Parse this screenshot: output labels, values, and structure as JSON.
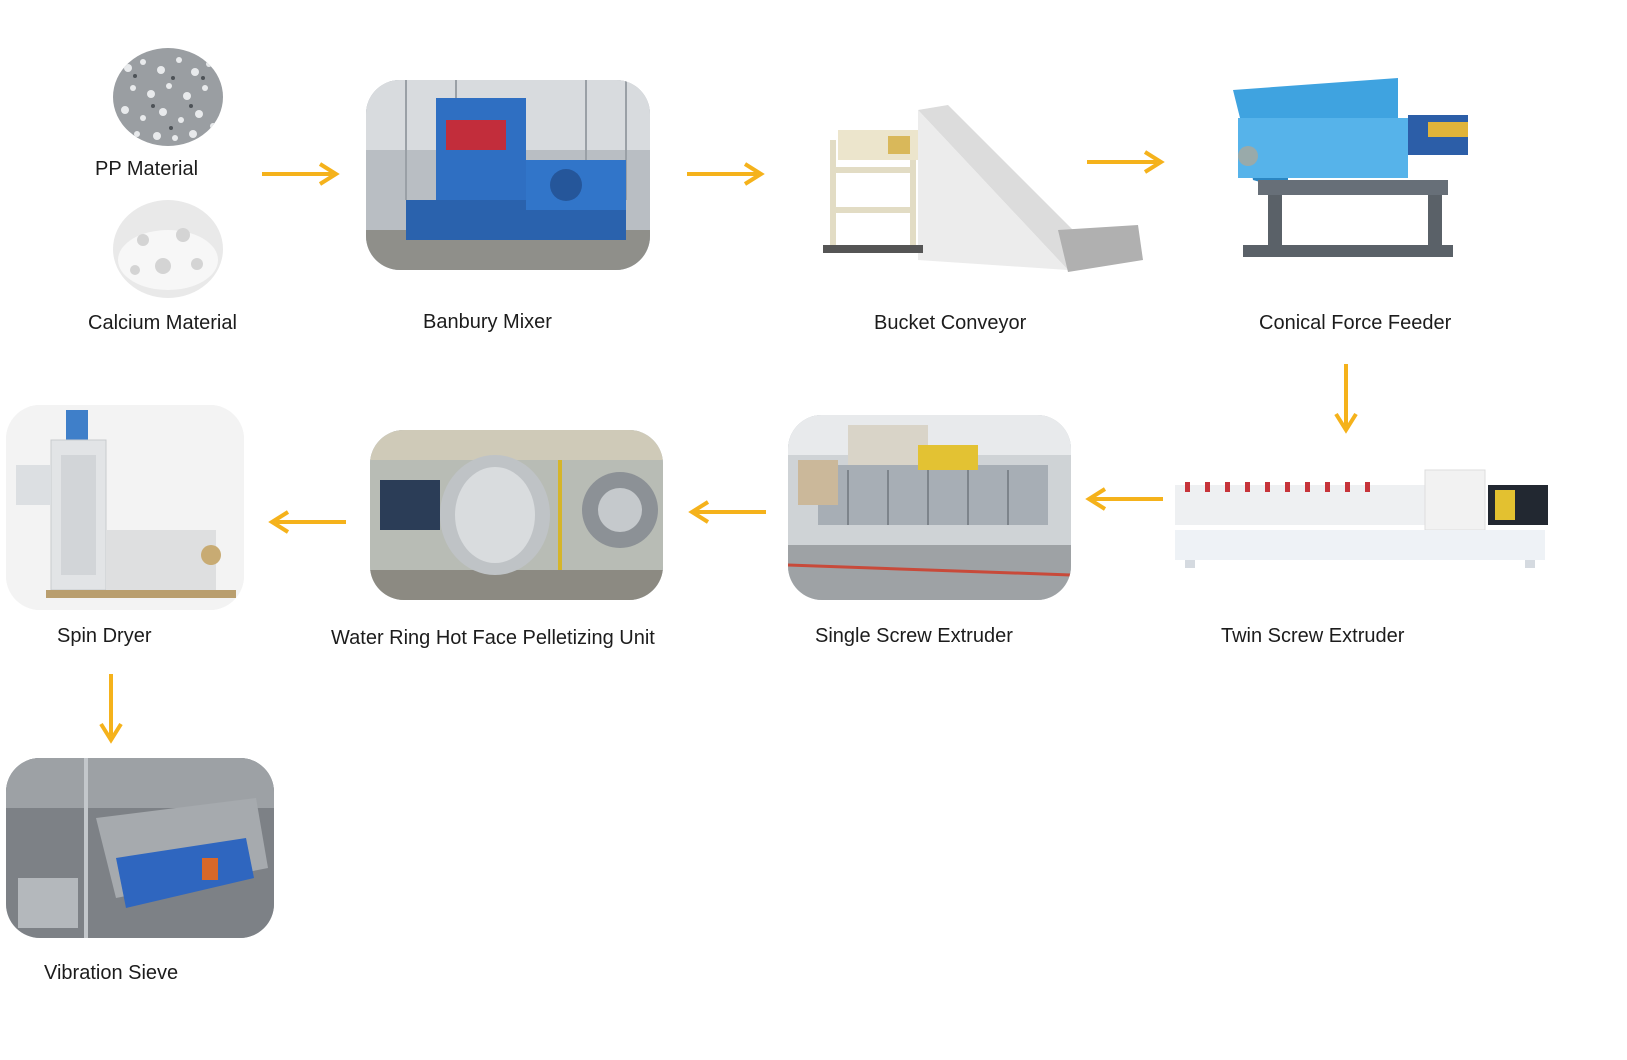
{
  "materials": {
    "pp": "PP Material",
    "calcium": "Calcium Material"
  },
  "steps": {
    "banbury": "Banbury Mixer",
    "bucket": "Bucket Conveyor",
    "feeder": "Conical Force Feeder",
    "twin": "Twin Screw Extruder",
    "single": "Single Screw Extruder",
    "pelletizer": "Water Ring Hot Face Pelletizing Unit",
    "dryer": "Spin Dryer",
    "sieve": "Vibration Sieve"
  },
  "colors": {
    "arrow": "#f5b21b",
    "machine_blue": "#2f6fc2",
    "feeder_blue": "#3fa3e0"
  },
  "icons": {
    "arrow": "arrow-icon",
    "machine": "machine-photo"
  }
}
